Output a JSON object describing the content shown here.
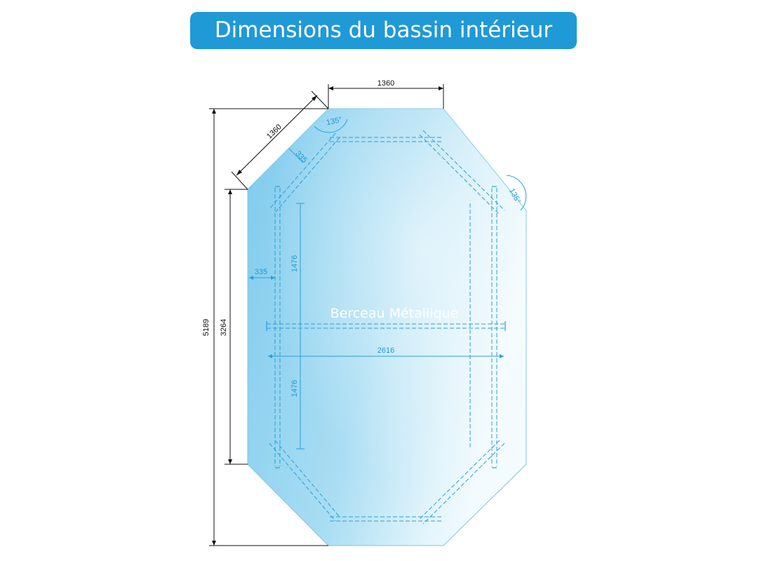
{
  "title": "Dimensions du bassin intérieur",
  "diagram": {
    "center_label": "Berceau Métallique",
    "outer_dimensions": {
      "top_edge": "1360",
      "diagonal_edge": "1360",
      "total_length": "5189",
      "straight_side": "3264"
    },
    "inner_dimensions": {
      "diagonal_offset": "335",
      "side_offset": "335",
      "upper_half_length": "1476",
      "lower_half_length": "1476",
      "width": "2616"
    },
    "angles": {
      "top_left": "135°",
      "top_right": "135°"
    },
    "colors": {
      "title_background": "#1f9ad6",
      "pool_fill": "#8fd2ef",
      "pool_highlight": "#e3f5fc",
      "inner_lines": "#1f9ad6",
      "dimension_lines": "#111111"
    }
  }
}
